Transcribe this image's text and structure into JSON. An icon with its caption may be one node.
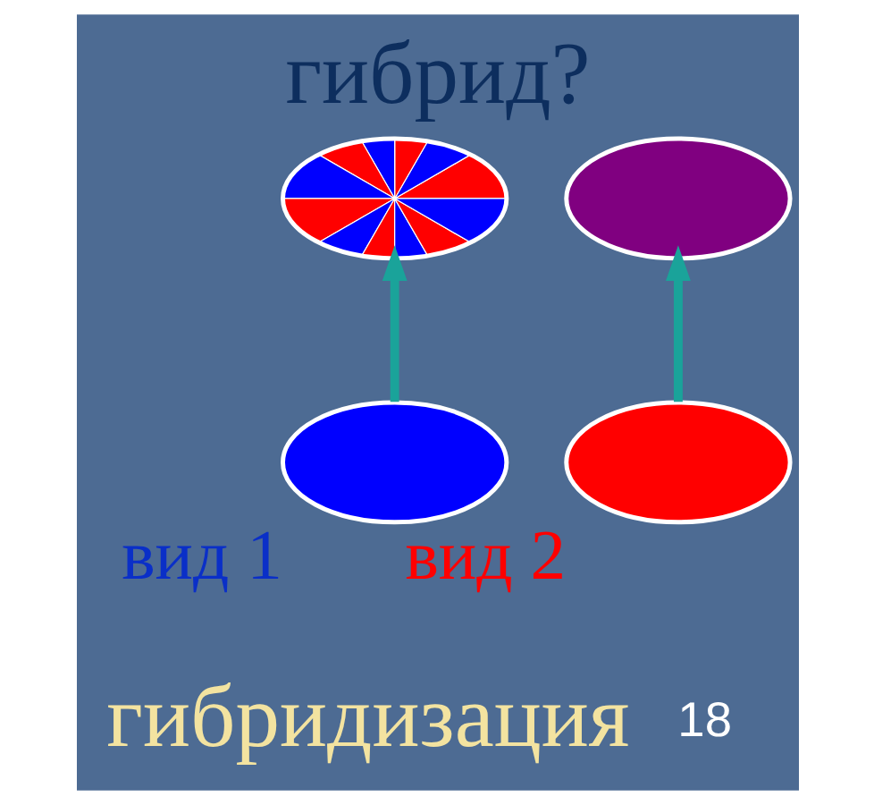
{
  "diagram": {
    "title": "гибрид?",
    "caption": "гибридизация",
    "nodes": [
      {
        "text": [],
        "shape": "ellipse"
      },
      {
        "text": [],
        "shape": "ellipse"
      },
      {
        "text": [],
        "shape": "ellipse",
        "beside": [
          "вид 1"
        ]
      },
      {
        "text": [],
        "shape": "ellipse",
        "beside": [
          "вид 2"
        ]
      }
    ],
    "edges": [
      {
        "from": 2,
        "to": 0,
        "arrow": "to"
      },
      {
        "from": 3,
        "to": 1,
        "arrow": "to"
      }
    ],
    "labels": [
      "18"
    ]
  }
}
